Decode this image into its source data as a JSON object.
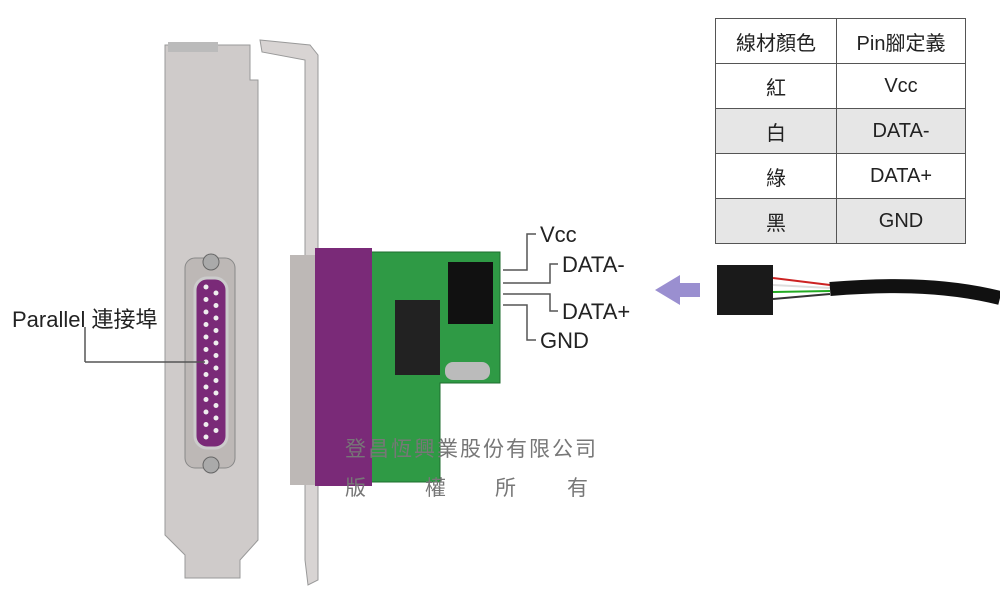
{
  "table": {
    "headers": [
      "線材顏色",
      "Pin腳定義"
    ],
    "rows": [
      {
        "color": "紅",
        "pin": "Vcc"
      },
      {
        "color": "白",
        "pin": "DATA-"
      },
      {
        "color": "綠",
        "pin": "DATA+"
      },
      {
        "color": "黑",
        "pin": "GND"
      }
    ]
  },
  "labels": {
    "parallel_port": "Parallel 連接埠",
    "vcc": "Vcc",
    "data_minus": "DATA-",
    "data_plus": "DATA+",
    "gnd": "GND"
  },
  "watermark": {
    "company": "登昌恆興業股份有限公司",
    "copyright": [
      "版",
      "權",
      "所",
      "有"
    ]
  },
  "colors": {
    "bracket": "#c9c5c4",
    "connector": "#7a2a78",
    "pcb": "#2f9a45",
    "arrow": "#9a8fd0"
  }
}
